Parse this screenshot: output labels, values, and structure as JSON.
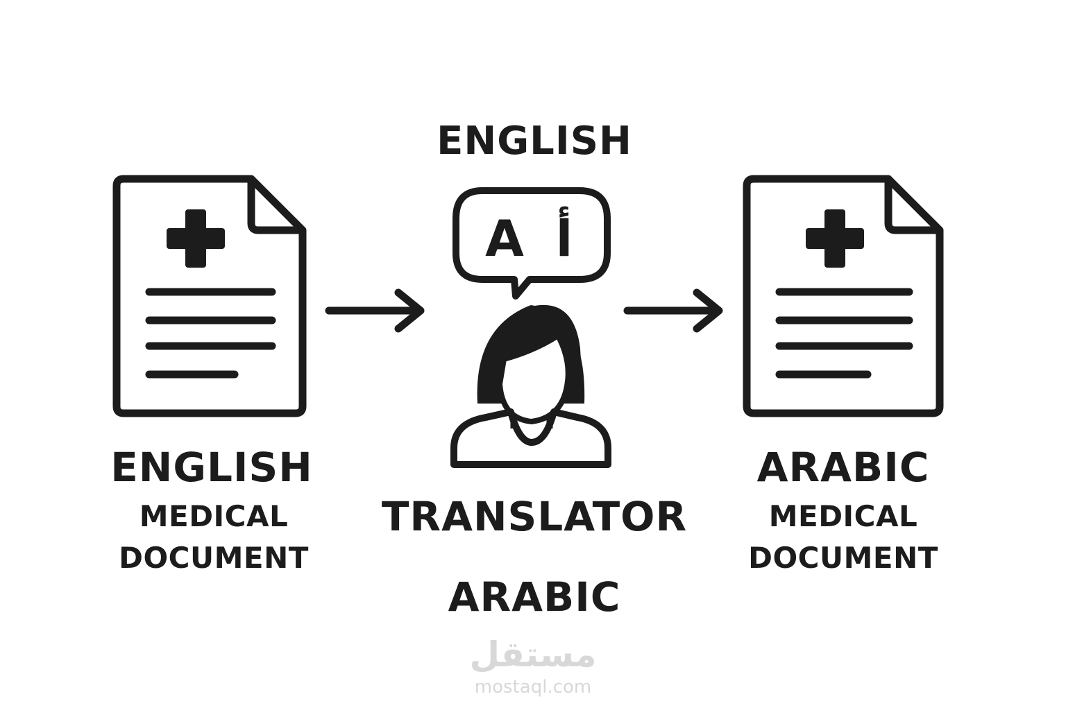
{
  "diagram": {
    "source": {
      "language_label": "ENGLISH",
      "line1": "MEDICAL",
      "line2": "DOCUMENT"
    },
    "translator": {
      "top_label": "ENGLISH",
      "label": "TRANSLATOR",
      "bottom_label": "ARABIC",
      "bubble_latin": "A",
      "bubble_arabic": "أ"
    },
    "target": {
      "language_label": "ARABIC",
      "line1": "MEDICAL",
      "line2": "DOCUMENT"
    }
  },
  "watermark": {
    "arabic": "مستقل",
    "url": "mostaql.com"
  },
  "colors": {
    "ink": "#1c1c1c",
    "background": "#ffffff",
    "watermark": "#d8d8d8"
  }
}
